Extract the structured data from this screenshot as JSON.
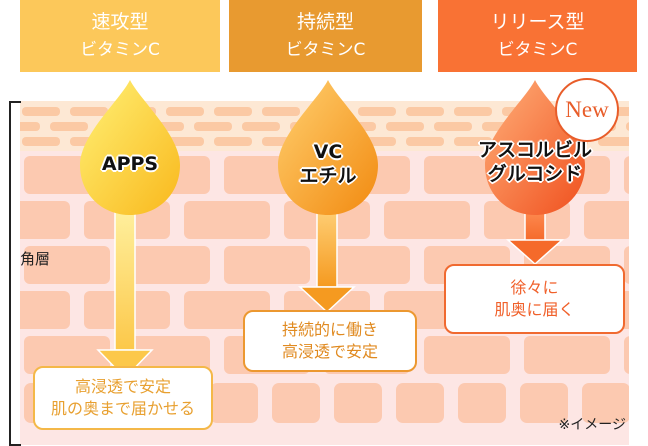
{
  "columns": [
    {
      "type": "速攻型",
      "subtitle": "ビタミンC",
      "ingredient": [
        "APPS"
      ],
      "description": [
        "高浸透で安定",
        "肌の奥まで届かせる"
      ],
      "color": "#fcc85a",
      "text_color": "#e8a030"
    },
    {
      "type": "持続型",
      "subtitle": "ビタミンC",
      "ingredient": [
        "VC",
        "エチル"
      ],
      "description": [
        "持続的に働き",
        "高浸透で安定"
      ],
      "color": "#e89a30",
      "text_color": "#e08a20"
    },
    {
      "type": "リリース型",
      "subtitle": "ビタミンC",
      "ingredient": [
        "アスコルビル",
        "グルコシド"
      ],
      "description": [
        "徐々に",
        "肌奥に届く"
      ],
      "color": "#f97234",
      "text_color": "#f0602a",
      "badge": "New"
    }
  ],
  "layer_label": "角層",
  "note": "※イメージ"
}
